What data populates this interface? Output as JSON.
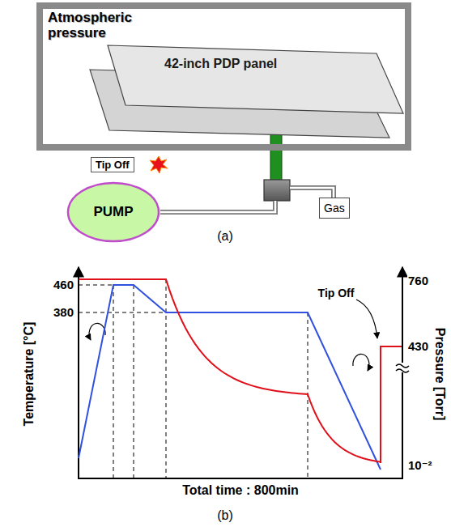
{
  "diagram": {
    "nodes": [
      {
        "text": [
          "Atmospheric pressure"
        ]
      },
      {
        "text": [
          "42-inch PDP panel"
        ],
        "in": 0
      },
      {
        "text": [
          "Tip Off"
        ]
      },
      {
        "text": [
          "PUMP"
        ]
      },
      {
        "text": [
          "Gas"
        ]
      }
    ],
    "labels": [
      "(a)",
      "Temperature [°C]",
      "460",
      "380",
      "Tip Off",
      "760",
      "430",
      "Pressure [Torr]",
      "10⁻²",
      "Total time : 800min",
      "(b)"
    ]
  }
}
